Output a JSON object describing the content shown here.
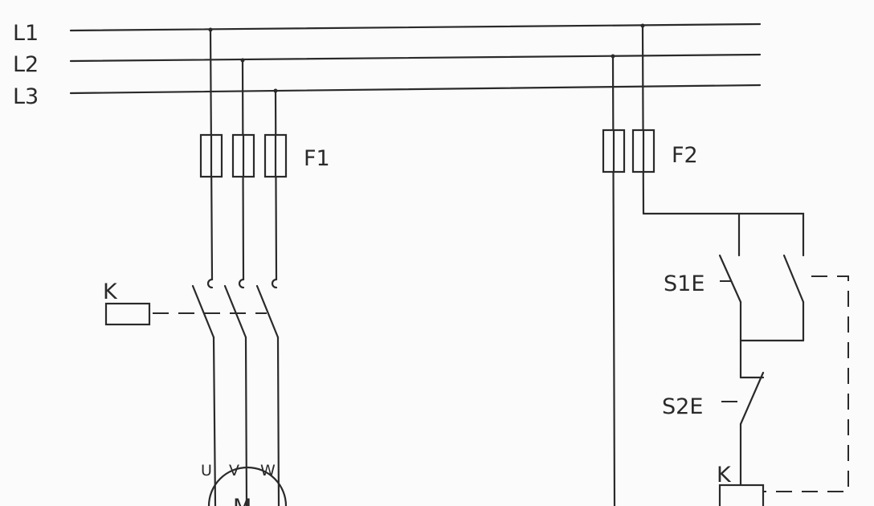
{
  "diagram": {
    "labels": {
      "l1": "L1",
      "l2": "L2",
      "l3": "L3",
      "f1": "F1",
      "f2": "F2",
      "k_coil_left": "K",
      "s1e": "S1E",
      "s2e": "S2E",
      "k_coil_right": "K",
      "u": "U",
      "v": "V",
      "w": "W",
      "motor": "M"
    }
  }
}
